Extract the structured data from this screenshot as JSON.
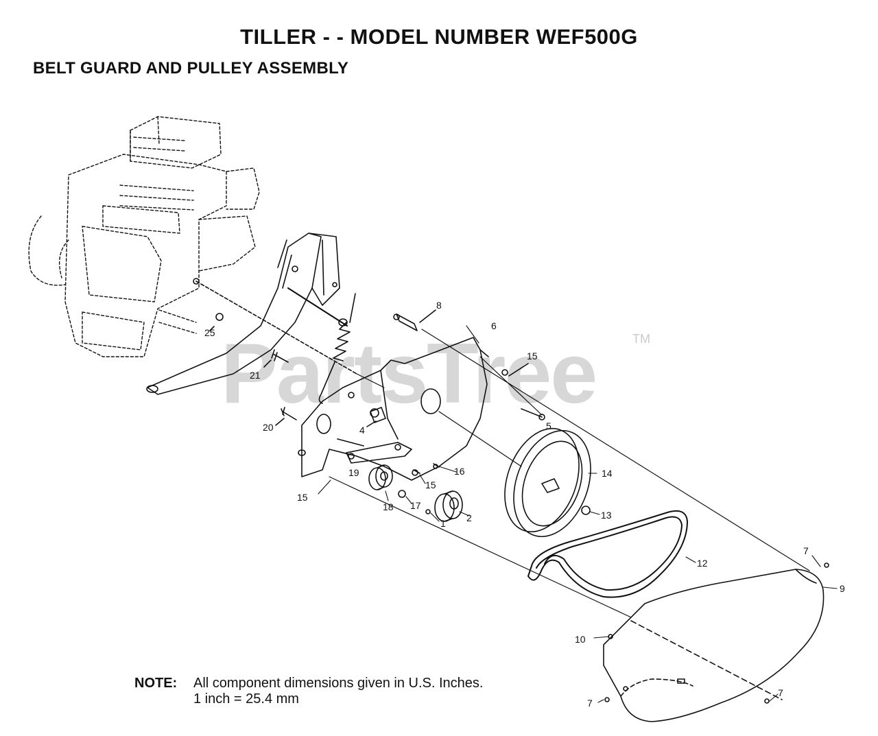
{
  "title": "TILLER - - MODEL NUMBER WEF500G",
  "subtitle": "BELT GUARD AND PULLEY ASSEMBLY",
  "watermark": "PartsTree",
  "watermark_tm": "TM",
  "note": {
    "label": "NOTE:",
    "line1": "All component dimensions given in U.S. Inches.",
    "line2": "1 inch = 25.4 mm"
  },
  "callouts": {
    "c1": "1",
    "c2": "2",
    "c4": "4",
    "c5": "5",
    "c6": "6",
    "c7a": "7",
    "c7b": "7",
    "c7c": "7",
    "c8": "8",
    "c9": "9",
    "c10": "10",
    "c12": "12",
    "c13": "13",
    "c14": "14",
    "c15a": "15",
    "c15b": "15",
    "c15c": "15",
    "c16": "16",
    "c17": "17",
    "c18": "18",
    "c19": "19",
    "c20": "20",
    "c21": "21",
    "c25": "25"
  }
}
